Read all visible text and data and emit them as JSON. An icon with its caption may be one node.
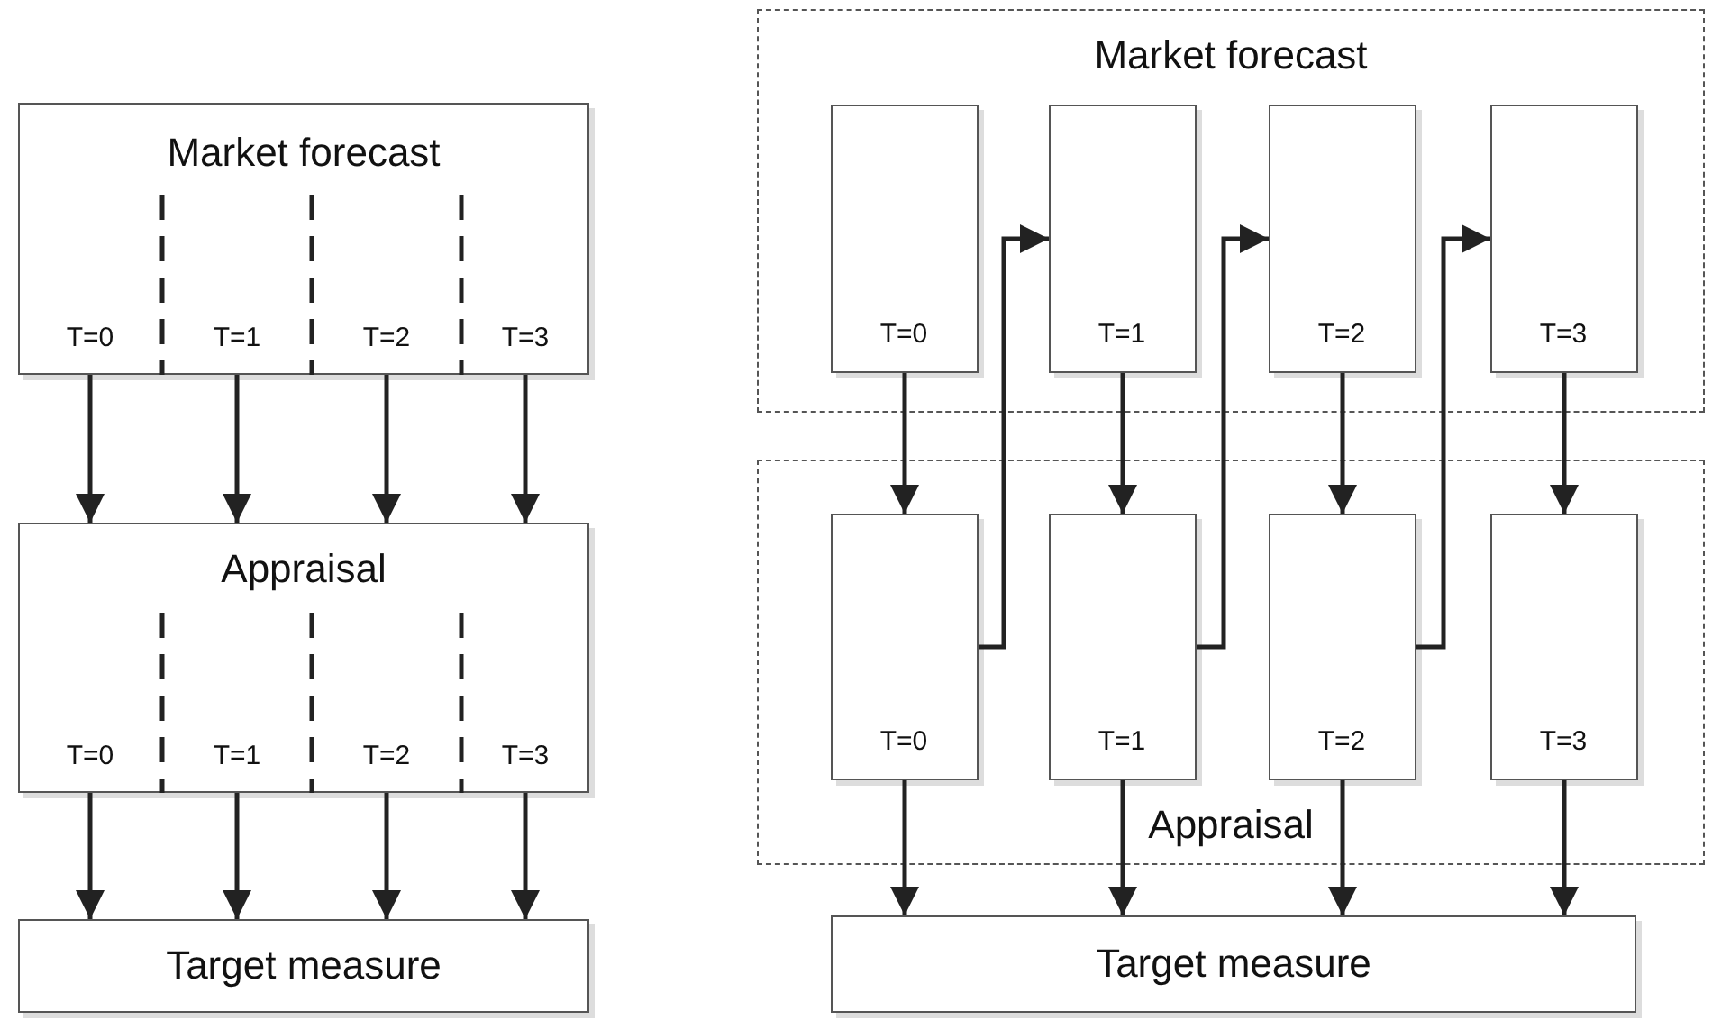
{
  "diagram": {
    "nodes": [
      {
        "text": [
          "Market forecast"
        ]
      },
      {
        "text": [
          "T=0"
        ],
        "in": 0
      },
      {
        "text": [
          "T=1"
        ],
        "in": 0
      },
      {
        "text": [
          "T=2"
        ],
        "in": 0
      },
      {
        "text": [
          "T=3"
        ],
        "in": 0
      },
      {
        "text": [
          "Appraisal"
        ]
      },
      {
        "text": [
          "T=0"
        ],
        "in": 5
      },
      {
        "text": [
          "T=1"
        ],
        "in": 5
      },
      {
        "text": [
          "T=2"
        ],
        "in": 5
      },
      {
        "text": [
          "T=3"
        ],
        "in": 5
      },
      {
        "text": [
          "Target measure"
        ]
      },
      {
        "text": [
          "Market forecast"
        ]
      },
      {
        "text": [
          "T=0"
        ],
        "in": 11
      },
      {
        "text": [
          "T=1"
        ],
        "in": 11
      },
      {
        "text": [
          "T=2"
        ],
        "in": 11
      },
      {
        "text": [
          "T=3"
        ],
        "in": 11
      },
      {
        "text": [
          "Appraisal"
        ]
      },
      {
        "text": [
          "T=0"
        ],
        "in": 16
      },
      {
        "text": [
          "T=1"
        ],
        "in": 16
      },
      {
        "text": [
          "T=2"
        ],
        "in": 16
      },
      {
        "text": [
          "T=3"
        ],
        "in": 16
      },
      {
        "text": [
          "Target measure"
        ]
      }
    ],
    "edges": [
      {
        "from": 1,
        "to": 5,
        "arrow": "to"
      },
      {
        "from": 2,
        "to": 5,
        "arrow": "to"
      },
      {
        "from": 3,
        "to": 5,
        "arrow": "to"
      },
      {
        "from": 4,
        "to": 5,
        "arrow": "to"
      },
      {
        "from": 6,
        "to": 10,
        "arrow": "to"
      },
      {
        "from": 7,
        "to": 10,
        "arrow": "to"
      },
      {
        "from": 8,
        "to": 10,
        "arrow": "to"
      },
      {
        "from": 9,
        "to": 10,
        "arrow": "to"
      },
      {
        "from": 12,
        "to": 17,
        "arrow": "to"
      },
      {
        "from": 13,
        "to": 18,
        "arrow": "to"
      },
      {
        "from": 14,
        "to": 19,
        "arrow": "to"
      },
      {
        "from": 15,
        "to": 20,
        "arrow": "to"
      },
      {
        "from": 17,
        "to": 13,
        "arrow": "to"
      },
      {
        "from": 18,
        "to": 14,
        "arrow": "to"
      },
      {
        "from": 19,
        "to": 15,
        "arrow": "to"
      },
      {
        "from": 17,
        "to": 21,
        "arrow": "to"
      },
      {
        "from": 18,
        "to": 21,
        "arrow": "to"
      },
      {
        "from": 19,
        "to": 21,
        "arrow": "to"
      },
      {
        "from": 20,
        "to": 21,
        "arrow": "to"
      }
    ]
  }
}
